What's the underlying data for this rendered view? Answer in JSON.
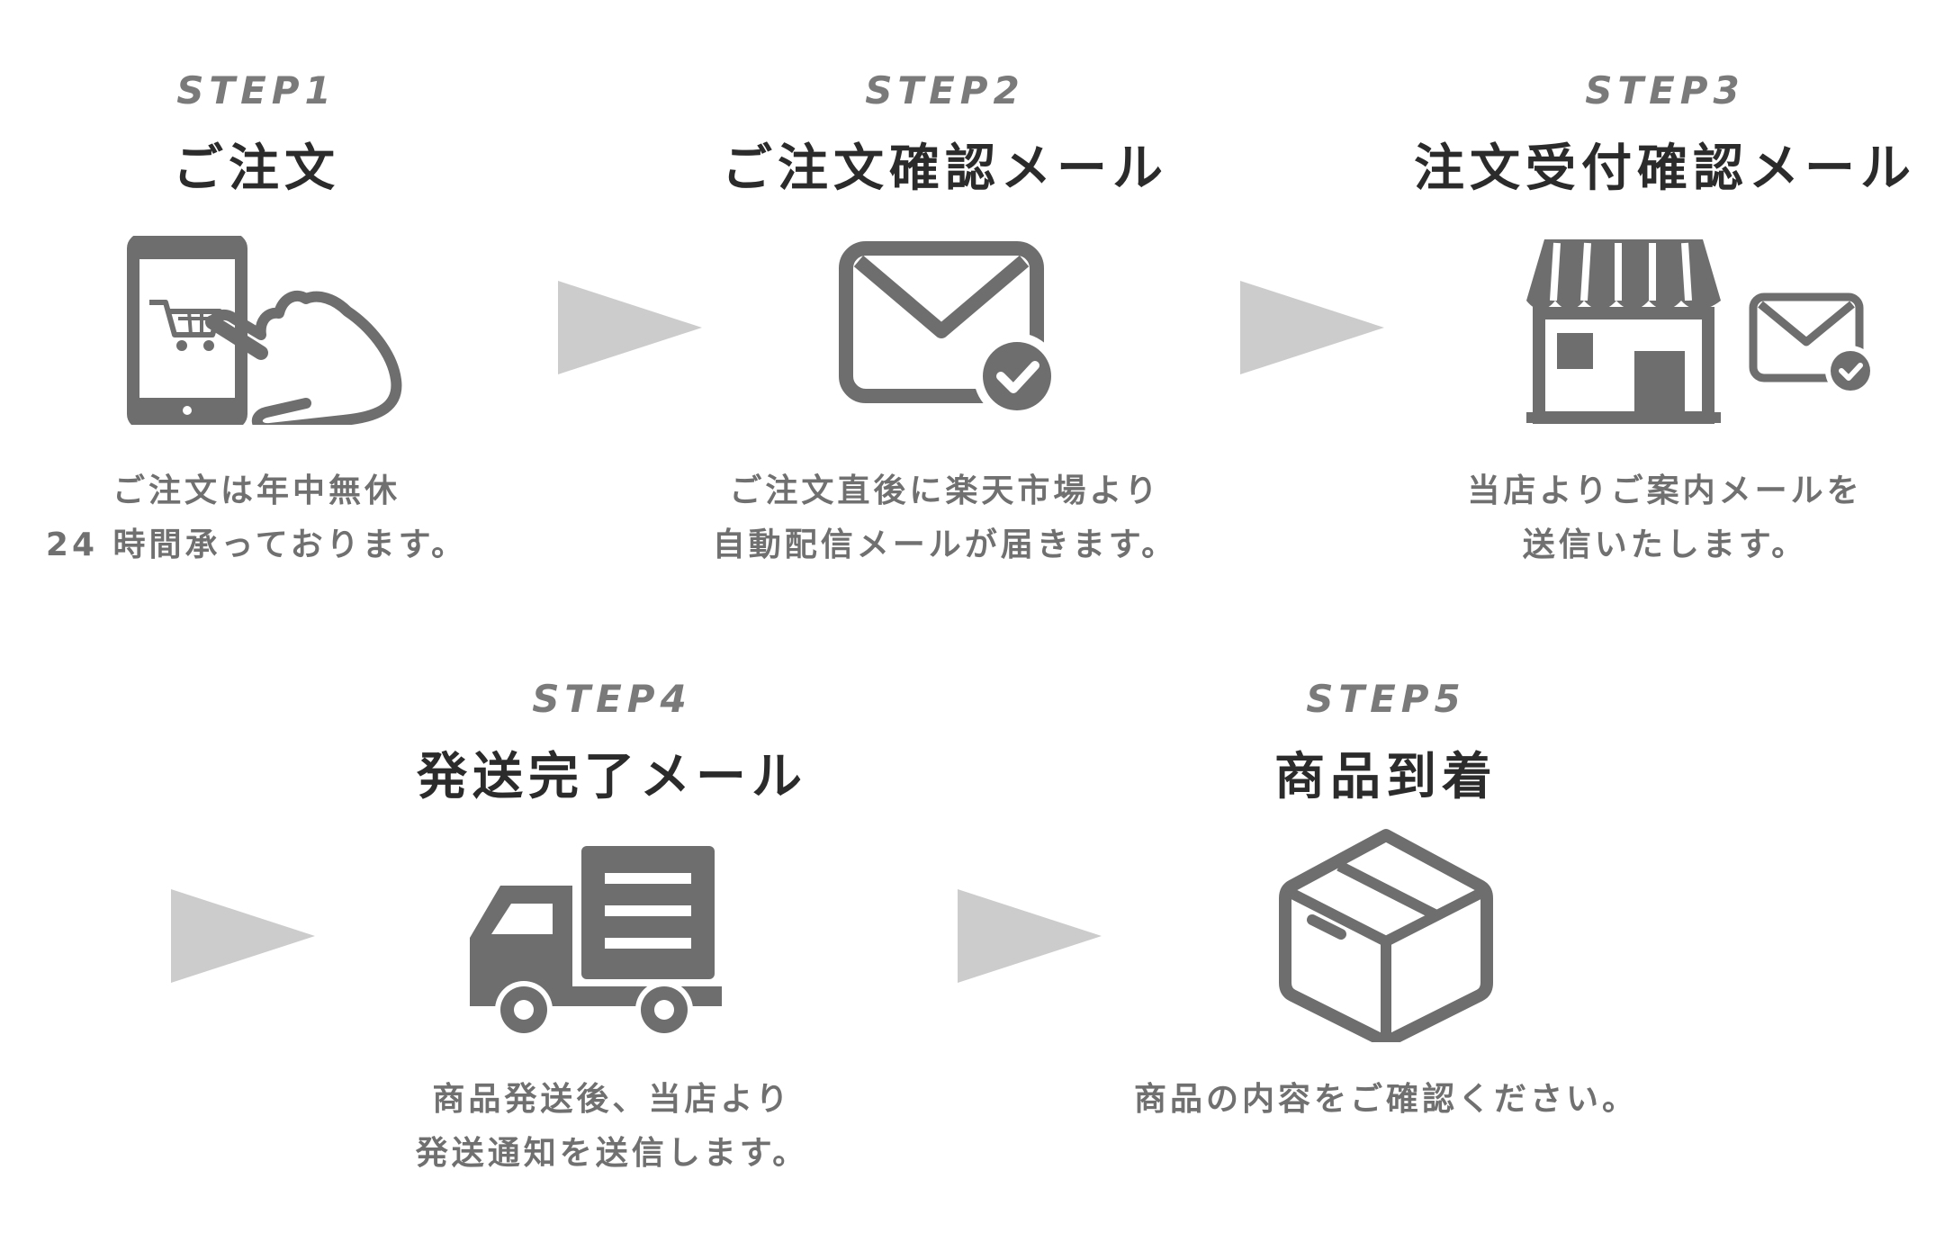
{
  "steps": [
    {
      "label": "STEP1",
      "title": "ご注文",
      "desc_line1": "ご注文は年中無休",
      "desc_line2": "24 時間承っております。",
      "icon": "smartphone-cart-hand-icon"
    },
    {
      "label": "STEP2",
      "title": "ご注文確認メール",
      "desc_line1": "ご注文直後に楽天市場より",
      "desc_line2": "自動配信メールが届きます。",
      "icon": "mail-check-icon"
    },
    {
      "label": "STEP3",
      "title": "注文受付確認メール",
      "desc_line1": "当店よりご案内メールを",
      "desc_line2": "送信いたします。",
      "icon": "store-mail-icon"
    },
    {
      "label": "STEP4",
      "title": "発送完了メール",
      "desc_line1": "商品発送後、当店より",
      "desc_line2": "発送通知を送信します。",
      "icon": "delivery-truck-icon"
    },
    {
      "label": "STEP5",
      "title": "商品到着",
      "desc_line1": "商品の内容をご確認ください。",
      "desc_line2": "",
      "icon": "package-box-icon"
    }
  ],
  "colors": {
    "icon": "#6e6e6e",
    "arrow": "#cccccc",
    "title": "#2b2b2b",
    "label": "#7a7a7a",
    "desc": "#707070"
  }
}
